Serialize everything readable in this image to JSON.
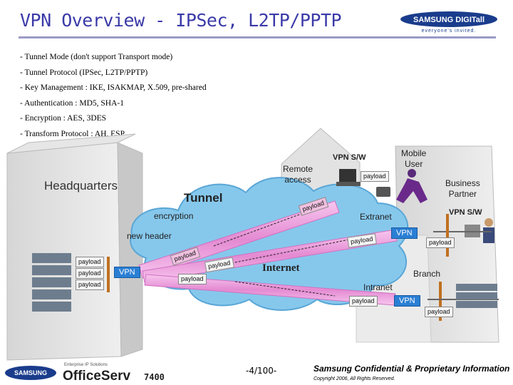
{
  "title": "VPN Overview - IPSec, L2TP/PPTP",
  "brand": {
    "name": "SAMSUNG DIGITall",
    "tagline": "everyone's invited."
  },
  "bullets": [
    "- Tunnel Mode (don't support Transport mode)",
    "- Tunnel Protocol (IPSec, L2TP/PPTP)",
    "- Key Management : IKE, ISAKMAP, X.509, pre-shared",
    "- Authentication : MD5, SHA-1",
    "- Encryption : AES, 3DES",
    "- Transform Protocol : AH, ESP"
  ],
  "diagram": {
    "headquarters": "Headquarters",
    "tunnel": "Tunnel",
    "encryption": "encryption",
    "new_header": "new header",
    "remote_access": "Remote\naccess",
    "vpn_sw_top": "VPN S/W",
    "mobile_user": "Mobile\nUser",
    "business_partner": "Business\nPartner",
    "vpn_sw_right": "VPN S/W",
    "extranet": "Extranet",
    "internet": "Internet",
    "intranet": "Intranet",
    "branch": "Branch",
    "vpn": "VPN",
    "payload": "payload"
  },
  "footer": {
    "logo_samsung": "SAMSUNG",
    "logo_sub": "Enterprise IP Solutions",
    "logo_product": "OfficeServ",
    "logo_model": "7400",
    "page": "-4/100-",
    "confidential": "Samsung Confidential & Proprietary Information",
    "copyright": "Copyright 2006, All Rights Reserved."
  },
  "colors": {
    "title": "#3a3aa8",
    "vpn": "#2a7fd4",
    "tunnel": "#e8a0d8",
    "cloud": "#7fc4e8"
  }
}
